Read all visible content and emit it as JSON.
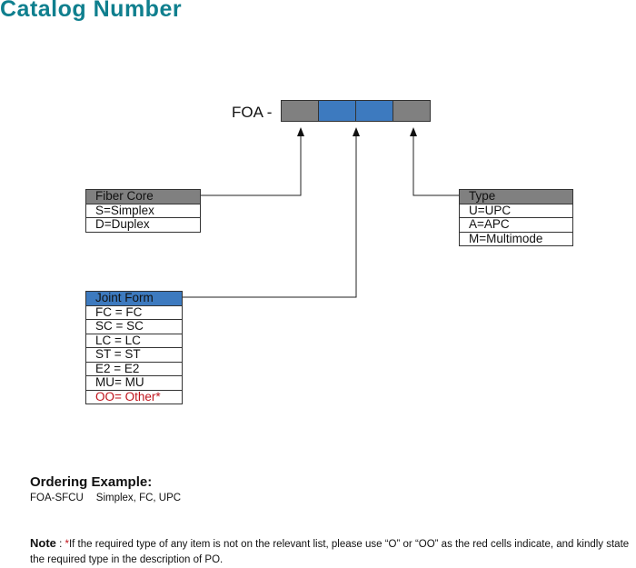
{
  "title": "Catalog Number",
  "prefix": "FOA -",
  "code_boxes": [
    {
      "color": "#808080"
    },
    {
      "color": "#3d7abf"
    },
    {
      "color": "#3d7abf"
    },
    {
      "color": "#808080"
    }
  ],
  "fiber_core": {
    "header": "Fiber Core",
    "rows": [
      "S=Simplex",
      "D=Duplex"
    ]
  },
  "joint_form": {
    "header": "Joint Form",
    "rows": [
      "FC = FC",
      "SC = SC",
      "LC = LC",
      "ST = ST",
      "E2 = E2",
      "MU= MU"
    ],
    "other": "OO= Other*"
  },
  "type": {
    "header": "Type",
    "rows": [
      "U=UPC",
      "A=APC",
      "M=Multimode"
    ]
  },
  "ordering": {
    "heading": "Ordering Example:",
    "code": "FOA-SFCU",
    "desc": "Simplex, FC, UPC"
  },
  "note": {
    "label": "Note",
    "sep": " : ",
    "star": "*",
    "text": "If the required type of any item is not on the relevant list, please use “O” or “OO” as the red cells indicate, and kindly state the required type in the description of PO."
  },
  "colors": {
    "title": "#0f7f8e",
    "gray": "#808080",
    "blue": "#3d7abf",
    "red": "#c0141c"
  }
}
